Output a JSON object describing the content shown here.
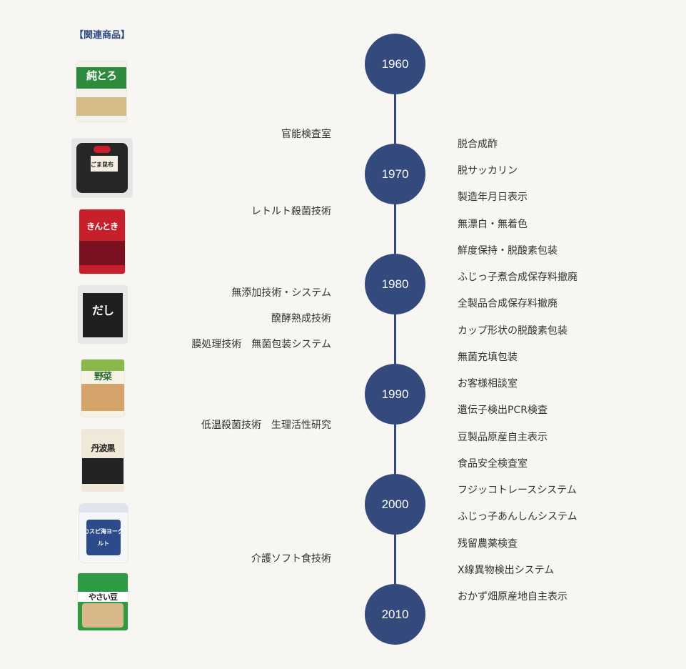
{
  "heading": "【関連商品】",
  "products": [
    {
      "label": "純とろ",
      "color": "#2e8a3c",
      "band": "#ffffff"
    },
    {
      "label": "ごま昆布",
      "color": "#2a2a2a",
      "band": "#c8202a"
    },
    {
      "label": "きんとき",
      "color": "#c8202a",
      "band": "#ffffff"
    },
    {
      "label": "だし",
      "color": "#222222",
      "band": "#e8e8e8"
    },
    {
      "label": "野菜",
      "color": "#8bb84a",
      "band": "#ffffff"
    },
    {
      "label": "丹波黒",
      "color": "#2b2b2b",
      "band": "#f0e8d8"
    },
    {
      "label": "カスピ海ヨーグルト",
      "color": "#2d4a8a",
      "band": "#ffffff"
    },
    {
      "label": "やさい豆",
      "color": "#2e9a44",
      "band": "#ffffff"
    }
  ],
  "years": [
    "1960",
    "1970",
    "1980",
    "1990",
    "2000",
    "2010"
  ],
  "left_items": [
    "官能検査室",
    "レトルト殺菌技術",
    "無添加技術・システム",
    "醗酵熟成技術",
    "膜処理技術　無菌包装システム",
    "低温殺菌技術　生理活性研究",
    "介護ソフト食技術"
  ],
  "right_items": [
    "脱合成酢",
    "脱サッカリン",
    "製造年月日表示",
    "無漂白・無着色",
    "鮮度保持・脱酸素包装",
    "ふじっ子煮合成保存料撤廃",
    "全製品合成保存料撤廃",
    "カップ形状の脱酸素包装",
    "無菌充填包装",
    "お客様相談室",
    "遺伝子検出PCR検査",
    "豆製品原産自主表示",
    "食品安全検査室",
    "フジッコトレースシステム",
    "ふじっ子あんしんシステム",
    "残留農薬検査",
    "X線異物検出システム",
    "おかず畑原産地自主表示"
  ]
}
